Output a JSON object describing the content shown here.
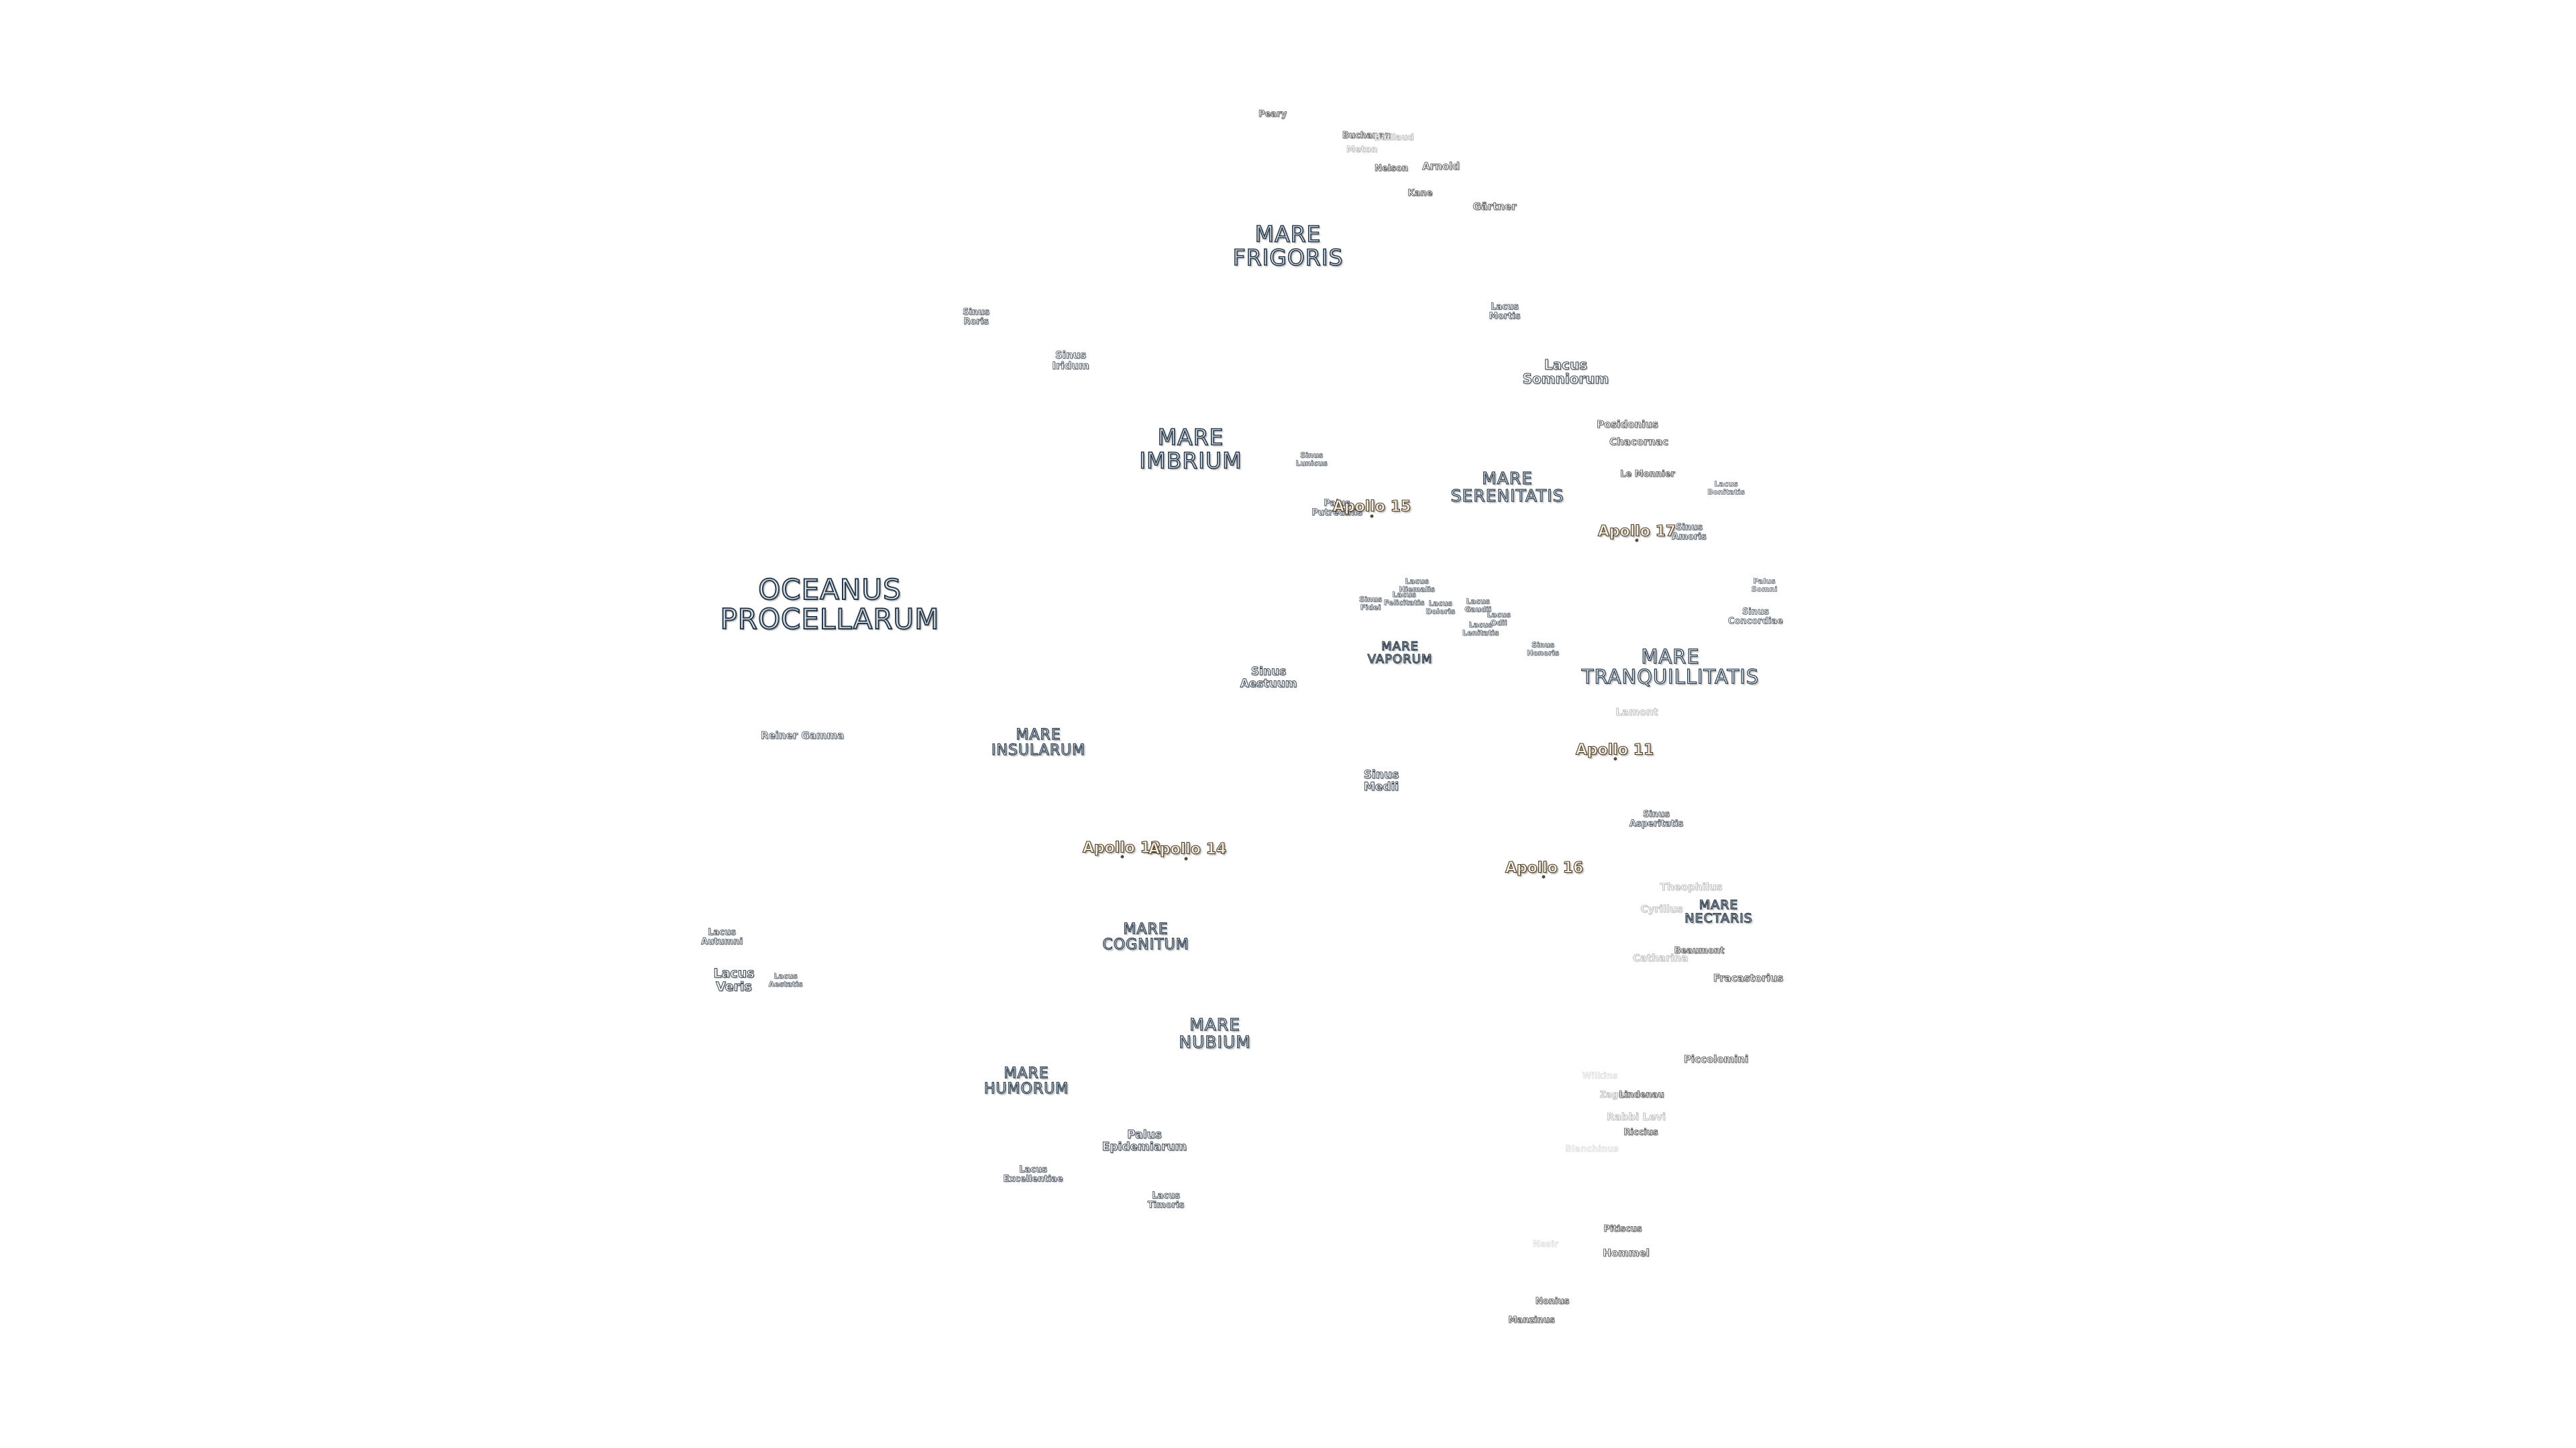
{
  "maria": {
    "oceanus_procellarum": "OCEANUS\nPROCELLARUM",
    "mare_frigoris": "MARE\nFRIGORIS",
    "mare_imbrium": "MARE\nIMBRIUM",
    "mare_serenitatis": "MARE\nSERENITATIS",
    "mare_tranquillitatis": "MARE\nTRANQUILLITATIS",
    "mare_vaporum": "MARE\nVAPORUM",
    "mare_insularum": "MARE\nINSULARUM",
    "mare_cognitum": "MARE\nCOGNITUM",
    "mare_nubium": "MARE\nNUBIUM",
    "mare_humorum": "MARE\nHUMORUM",
    "mare_nectaris": "MARE\nNECTARIS"
  },
  "minor": {
    "sinus_roris": "Sinus\nRoris",
    "sinus_iridum": "Sinus\nIridum",
    "lacus_mortis": "Lacus\nMortis",
    "lacus_somniorum": "Lacus\nSomniorum",
    "sinus_lunicus": "Sinus\nLunicus",
    "palus_putredinis": "Palus\nPutredinis",
    "sinus_amoris": "Sinus\nAmoris",
    "lacus_bonitatis": "Lacus\nBonitatis",
    "palus_somni": "Palus\nSomni",
    "sinus_concordiae": "Sinus\nConcordiae",
    "lacus_hiemalis": "Lacus\nHiemalis",
    "sinus_fidei": "Sinus\nFidei",
    "lacus_felicitatis": "Lacus\nFelicitatis",
    "lacus_doloris": "Lacus\nDoloris",
    "lacus_gaudii": "Lacus\nGaudii",
    "lacus_lenitatis": "Lacus\nLenitatis",
    "lacus_odii": "Lacus\nOdii",
    "sinus_honoris": "Sinus\nHonoris",
    "sinus_aestuum": "Sinus\nAestuum",
    "sinus_medii": "Sinus\nMedii",
    "sinus_asperitatis": "Sinus\nAsperitatis",
    "lacus_autumni": "Lacus\nAutumni",
    "lacus_veris": "Lacus\nVeris",
    "lacus_aestatis": "Lacus\nAestatis",
    "palus_epidemiarum": "Palus\nEpidemiarum",
    "lacus_excellentiae": "Lacus\nExcellentiae",
    "lacus_timoris": "Lacus\nTimoris",
    "reiner_gamma": "Reiner Gamma"
  },
  "craters": {
    "peary": "Peary",
    "buchanan": "Buchanan",
    "heraclitus": "Meton",
    "baillaud": "Baillaud",
    "nelson": "Nelson",
    "arnold": "Arnold",
    "kane": "Kane",
    "gartner": "Gärtner",
    "posidonius": "Posidonius",
    "chacornac": "Chacornac",
    "le_monnier": "Le Monnier",
    "lamont": "Lamont",
    "theophilus": "Theophilus",
    "cyrillus": "Cyrillus",
    "beaumont": "Beaumont",
    "catharina": "Catharina",
    "fracastorius": "Fracastorius",
    "piccolomini": "Piccolomini",
    "wilkins": "Wilkins",
    "zagut": "Zagut",
    "lindenau": "Lindenau",
    "rabbi_levi": "Rabbi Levi",
    "riccius": "Riccius",
    "blanchinus": "Blanchinus",
    "pitiscus": "Pitiscus",
    "hommel": "Hommel",
    "nasmyth": "Nasir",
    "nonius": "Nonius",
    "manzinus": "Manzinus"
  },
  "apollo": {
    "a11": "Apollo 11",
    "a12": "Apollo 12",
    "a14": "Apollo 14",
    "a15": "Apollo 15",
    "a16": "Apollo 16",
    "a17": "Apollo 17"
  }
}
